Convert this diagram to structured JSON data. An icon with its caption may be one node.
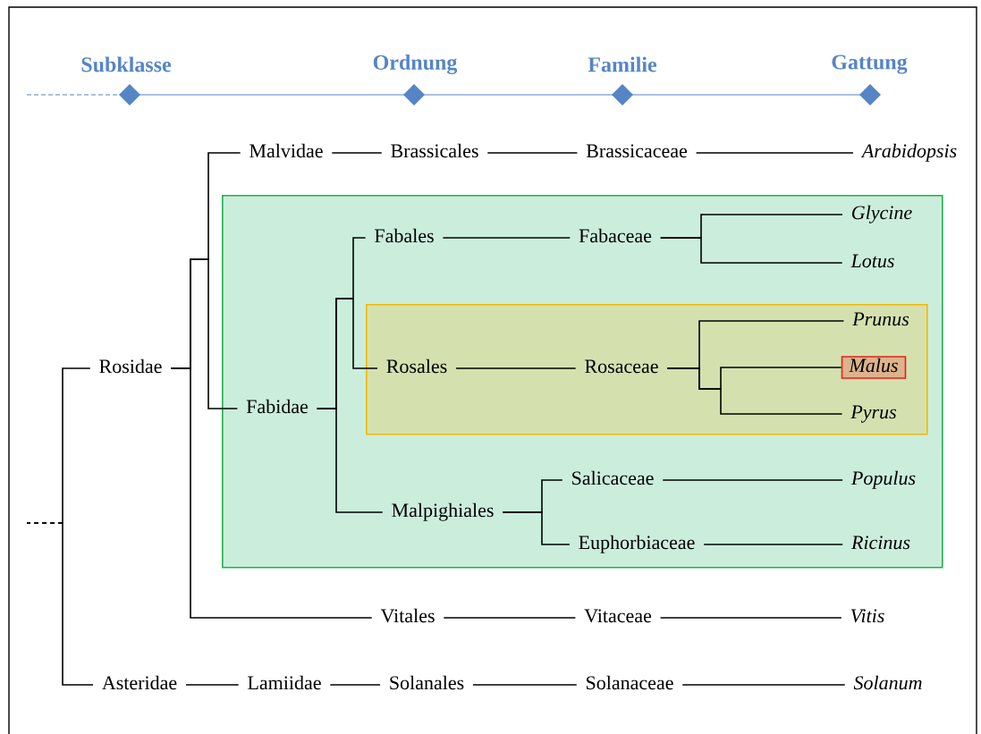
{
  "diagram": {
    "nodes": [
      {
        "text": [
          "Rosidae"
        ]
      },
      {
        "text": [
          "Malvidae"
        ]
      },
      {
        "text": [
          "Brassicales"
        ]
      },
      {
        "text": [
          "Brassicaceae"
        ]
      },
      {
        "text": [
          "Arabidopsis"
        ]
      },
      {
        "text": [],
        "shape": "box"
      },
      {
        "text": [
          "Fabidae"
        ],
        "in": 5
      },
      {
        "text": [
          "Fabales"
        ],
        "in": 5
      },
      {
        "text": [
          "Fabaceae"
        ],
        "in": 5
      },
      {
        "text": [
          "Glycine"
        ],
        "in": 5
      },
      {
        "text": [
          "Lotus"
        ],
        "in": 5
      },
      {
        "text": [],
        "shape": "box",
        "in": 5
      },
      {
        "text": [
          "Rosales"
        ],
        "in": 11
      },
      {
        "text": [
          "Rosaceae"
        ],
        "in": 11
      },
      {
        "text": [
          "Prunus"
        ],
        "in": 11
      },
      {
        "text": [
          "Malus"
        ],
        "in": 11
      },
      {
        "text": [
          "Pyrus"
        ],
        "in": 11
      },
      {
        "text": [
          "Malpighiales"
        ],
        "in": 5
      },
      {
        "text": [
          "Salicaceae"
        ],
        "in": 5
      },
      {
        "text": [
          "Euphorbiaceae"
        ],
        "in": 5
      },
      {
        "text": [
          "Populus"
        ],
        "in": 5
      },
      {
        "text": [
          "Ricinus"
        ],
        "in": 5
      },
      {
        "text": [
          "Vitales"
        ]
      },
      {
        "text": [
          "Vitaceae"
        ]
      },
      {
        "text": [
          "Vitis"
        ]
      },
      {
        "text": [
          "Asteridae"
        ]
      },
      {
        "text": [
          "Lamiidae"
        ]
      },
      {
        "text": [
          "Solanales"
        ]
      },
      {
        "text": [
          "Solanaceae"
        ]
      },
      {
        "text": [
          "Solanum"
        ]
      }
    ],
    "edges": [
      {
        "from": null,
        "to": 0,
        "arrow": "none"
      },
      {
        "from": null,
        "to": 25,
        "arrow": "none"
      },
      {
        "from": 0,
        "to": 1,
        "arrow": "none"
      },
      {
        "from": 0,
        "to": 6,
        "arrow": "none"
      },
      {
        "from": 0,
        "to": 22,
        "arrow": "none"
      },
      {
        "from": 1,
        "to": 2,
        "arrow": "none"
      },
      {
        "from": 2,
        "to": 3,
        "arrow": "none"
      },
      {
        "from": 3,
        "to": 4,
        "arrow": "none"
      },
      {
        "from": 6,
        "to": 7,
        "arrow": "none"
      },
      {
        "from": 6,
        "to": 12,
        "arrow": "none"
      },
      {
        "from": 6,
        "to": 17,
        "arrow": "none"
      },
      {
        "from": 7,
        "to": 8,
        "arrow": "none"
      },
      {
        "from": 8,
        "to": 9,
        "arrow": "none"
      },
      {
        "from": 8,
        "to": 10,
        "arrow": "none"
      },
      {
        "from": 12,
        "to": 13,
        "arrow": "none"
      },
      {
        "from": 13,
        "to": 14,
        "arrow": "none"
      },
      {
        "from": 13,
        "to": 15,
        "arrow": "none"
      },
      {
        "from": 13,
        "to": 16,
        "arrow": "none"
      },
      {
        "from": 17,
        "to": 18,
        "arrow": "none"
      },
      {
        "from": 17,
        "to": 19,
        "arrow": "none"
      },
      {
        "from": 18,
        "to": 20,
        "arrow": "none"
      },
      {
        "from": 19,
        "to": 21,
        "arrow": "none"
      },
      {
        "from": 22,
        "to": 23,
        "arrow": "none"
      },
      {
        "from": 23,
        "to": 24,
        "arrow": "none"
      },
      {
        "from": 25,
        "to": 26,
        "arrow": "none"
      },
      {
        "from": 26,
        "to": 27,
        "arrow": "none"
      },
      {
        "from": 27,
        "to": 28,
        "arrow": "none"
      },
      {
        "from": 28,
        "to": 29,
        "arrow": "none"
      }
    ],
    "labels": [
      "Subklasse",
      "Ordnung",
      "Familie",
      "Gattung"
    ]
  }
}
